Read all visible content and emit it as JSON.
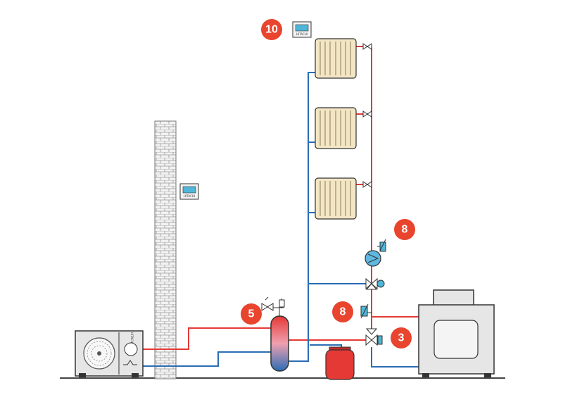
{
  "colors": {
    "hot_pipe": "#e53935",
    "cold_pipe": "#2a6db5",
    "badge": "#e8442e",
    "radiator": "#f3e6c4",
    "appliance": "#e6e6e6",
    "outline": "#333333"
  },
  "brand": "HITACHI",
  "badges": [
    {
      "id": "controller",
      "label": "10"
    },
    {
      "id": "thermostat-pump",
      "label": "8"
    },
    {
      "id": "buffer-tank",
      "label": "5"
    },
    {
      "id": "thermostat-valve",
      "label": "8"
    },
    {
      "id": "boiler-valve",
      "label": "3"
    }
  ],
  "icons": [
    "controller-icon",
    "wall-controller-icon",
    "outdoor-unit-icon",
    "fan-icon",
    "radiator-icon",
    "circulation-pump-icon",
    "three-way-valve-icon",
    "thermostat-icon",
    "buffer-tank-icon",
    "expansion-vessel-icon",
    "boiler-icon",
    "safety-valve-icon",
    "wall-icon"
  ]
}
